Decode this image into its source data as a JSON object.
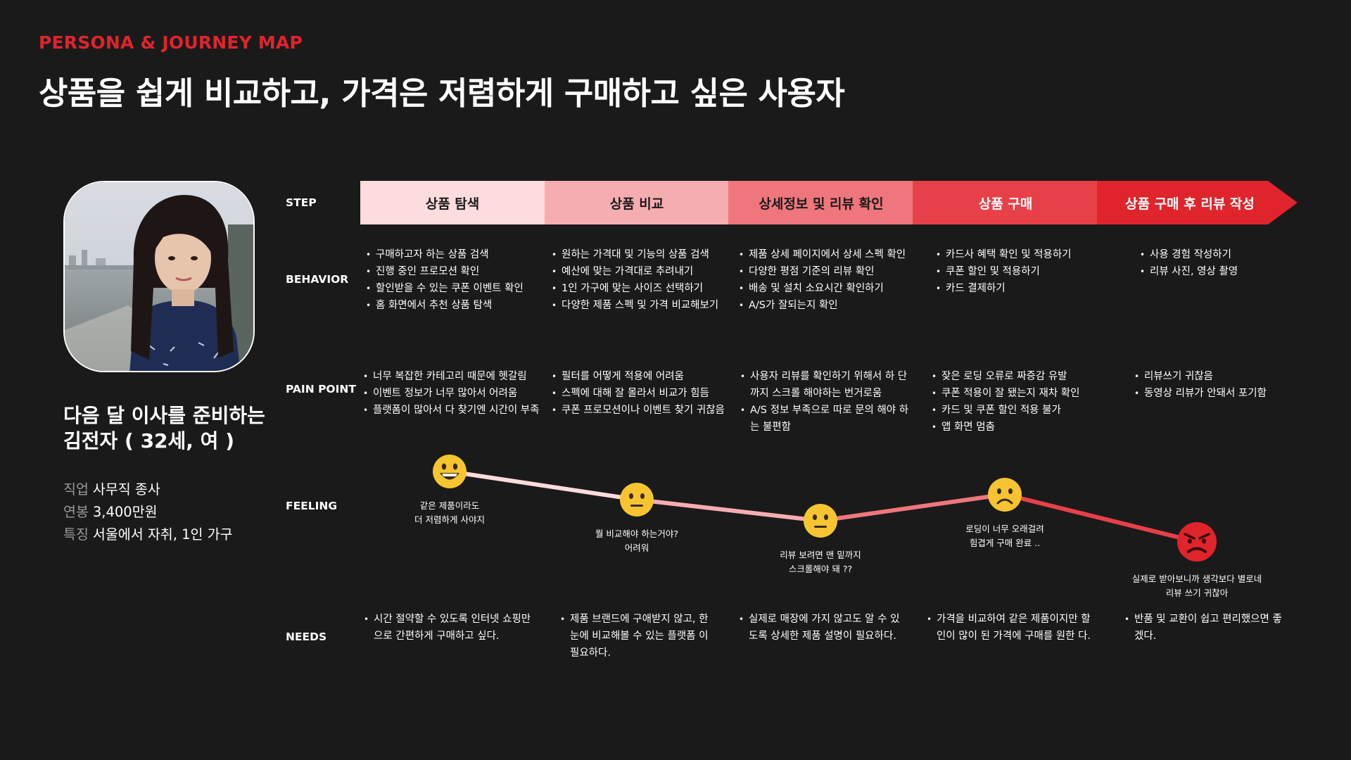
{
  "header": {
    "eyebrow": "PERSONA & JOURNEY MAP",
    "title": "상품을 쉽게 비교하고, 가격은 저렴하게 구매하고 싶은 사용자"
  },
  "persona": {
    "name_line1": "다음 달 이사를 준비하는",
    "name_line2": "김전자 ( 32세, 여 )",
    "info": [
      {
        "key": "직업",
        "value": "사무직 종사"
      },
      {
        "key": "연봉",
        "value": "3,400만원"
      },
      {
        "key": "특징",
        "value": "서울에서 자취, 1인 가구"
      }
    ]
  },
  "row_labels": {
    "step": "STEP",
    "behavior": "BEHAVIOR",
    "pain_point": "PAIN POINT",
    "feeling": "FEELING",
    "needs": "NEEDS"
  },
  "colors": {
    "accent": "#e0242c",
    "step1": "#fcdcdd",
    "step2": "#f6adb1",
    "step3": "#ef767d",
    "step4": "#e84048",
    "step5": "#e0242c"
  },
  "steps": [
    "상품 탐색",
    "상품 비교",
    "상세정보 및 리뷰 확인",
    "상품 구매",
    "상품 구매 후 리뷰 작성"
  ],
  "behavior": [
    [
      "구매하고자 하는 상품 검색",
      "진행 중인 프로모션 확인",
      "할인받을 수 있는 쿠폰 이벤트 확인",
      "홈 화면에서 추천 상품 탐색"
    ],
    [
      "원하는 가격대 및 기능의 상품 검색",
      "예산에 맞는 가격대로 추려내기",
      "1인 가구에 맞는 사이즈 선택하기",
      "다양한 제품 스펙 및 가격 비교해보기"
    ],
    [
      "제품 상세 페이지에서 상세 스펙 확인",
      "다양한 평점 기준의 리뷰 확인",
      "배송 및 설치 소요시간 확인하기",
      "A/S가 잘되는지 확인"
    ],
    [
      "카드사 혜택 확인 및 적용하기",
      "쿠폰 할인 및 적용하기",
      "카드 결제하기"
    ],
    [
      "사용 경험 작성하기",
      "리뷰 사진, 영상 촬영"
    ]
  ],
  "pain_points": [
    [
      "너무 복잡한 카테고리 때문에 헷갈림",
      "이벤트 정보가 너무 많아서 어려움",
      "플랫폼이 많아서 다 찾기엔 시간이 부족"
    ],
    [
      "필터를 어떻게 적용에 어려움",
      "스펙에 대해 잘 몰라서 비교가 힘듬",
      "쿠폰 프로모션이나 이벤트 찾기 귀찮음"
    ],
    [
      "사용자 리뷰를 확인하기 위해서 하 단까지 스크롤 해야하는 번거로움",
      "A/S 정보 부족으로 따로 문의 해야 하는 불편함"
    ],
    [
      "잦은 로딩 오류로 짜증감 유발",
      "쿠폰 적용이 잘 됐는지 재차 확인",
      "카드 및 쿠폰 할인 적용 불가",
      "앱 화면 멈춤"
    ],
    [
      "리뷰쓰기 귀찮음",
      "동영상 리뷰가 안돼서 포기함"
    ]
  ],
  "feelings": [
    {
      "emotion": "grinning",
      "level": 5,
      "caption1": "같은 제품이라도",
      "caption2": "더 저렴하게 사야지"
    },
    {
      "emotion": "neutral",
      "level": 3.4,
      "caption1": "뭘 비교해야 하는거야?",
      "caption2": "어려워"
    },
    {
      "emotion": "neutral",
      "level": 2.2,
      "caption1": "리뷰 보려면 맨 밑까지",
      "caption2": "스크롤해야 돼 ??"
    },
    {
      "emotion": "frowning",
      "level": 3.7,
      "caption1": "로딩이 너무 오래걸려",
      "caption2": "힘겹게 구매 완료 .."
    },
    {
      "emotion": "angry",
      "level": 1,
      "caption1": "실제로 받아보니까 생각보다 별로네",
      "caption2": "리뷰 쓰기 귀찮아"
    }
  ],
  "needs": [
    [
      "시간 절약할 수 있도록 인터넷 쇼핑만 으로 간편하게 구매하고 싶다."
    ],
    [
      "제품 브랜드에 구애받지 않고, 한 눈에 비교해볼 수 있는 플랫폼 이 필요하다."
    ],
    [
      "실제로 매장에 가지 않고도 알 수 있 도록 상세한 제품 설명이 필요하다."
    ],
    [
      "가격을 비교하여 같은 제품이지만 할인이 많이 된 가격에 구매를 원한 다."
    ],
    [
      "반품 및 교환이 쉽고 편리했으면 좋겠다."
    ]
  ]
}
